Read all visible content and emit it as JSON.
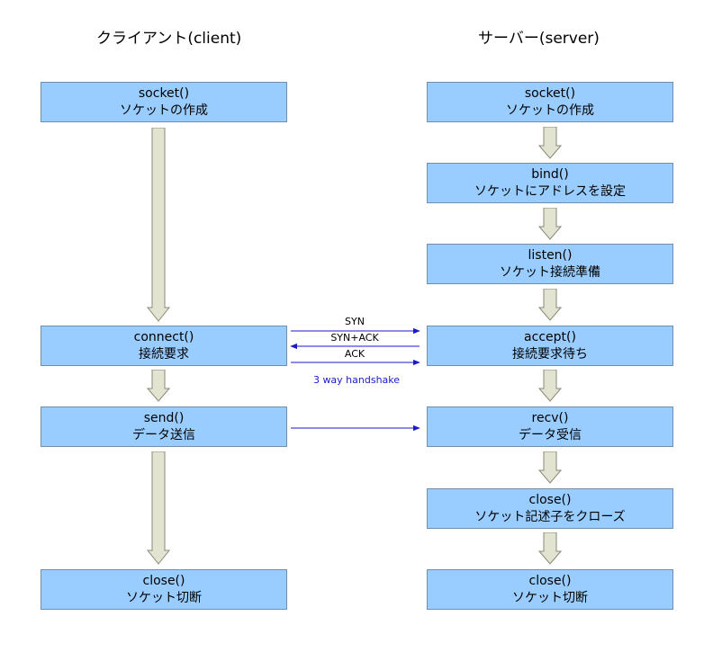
{
  "client": {
    "title": "クライアント(client)",
    "steps": [
      {
        "func": "socket()",
        "desc": "ソケットの作成"
      },
      {
        "func": "connect()",
        "desc": "接続要求"
      },
      {
        "func": "send()",
        "desc": "データ送信"
      },
      {
        "func": "close()",
        "desc": "ソケット切断"
      }
    ]
  },
  "server": {
    "title": "サーバー(server)",
    "steps": [
      {
        "func": "socket()",
        "desc": "ソケットの作成"
      },
      {
        "func": "bind()",
        "desc": "ソケットにアドレスを設定"
      },
      {
        "func": "listen()",
        "desc": "ソケット接続準備"
      },
      {
        "func": "accept()",
        "desc": "接続要求待ち"
      },
      {
        "func": "recv()",
        "desc": "データ受信"
      },
      {
        "func": "close()",
        "desc": "ソケット記述子をクローズ"
      },
      {
        "func": "close()",
        "desc": "ソケット切断"
      }
    ]
  },
  "handshake": {
    "messages": [
      "SYN",
      "SYN+ACK",
      "ACK"
    ],
    "label": "3 way handshake"
  },
  "colors": {
    "box_fill": "#99ccff",
    "flow_arrow_fill": "#e3e3d1",
    "link_color": "#1a1acc"
  }
}
